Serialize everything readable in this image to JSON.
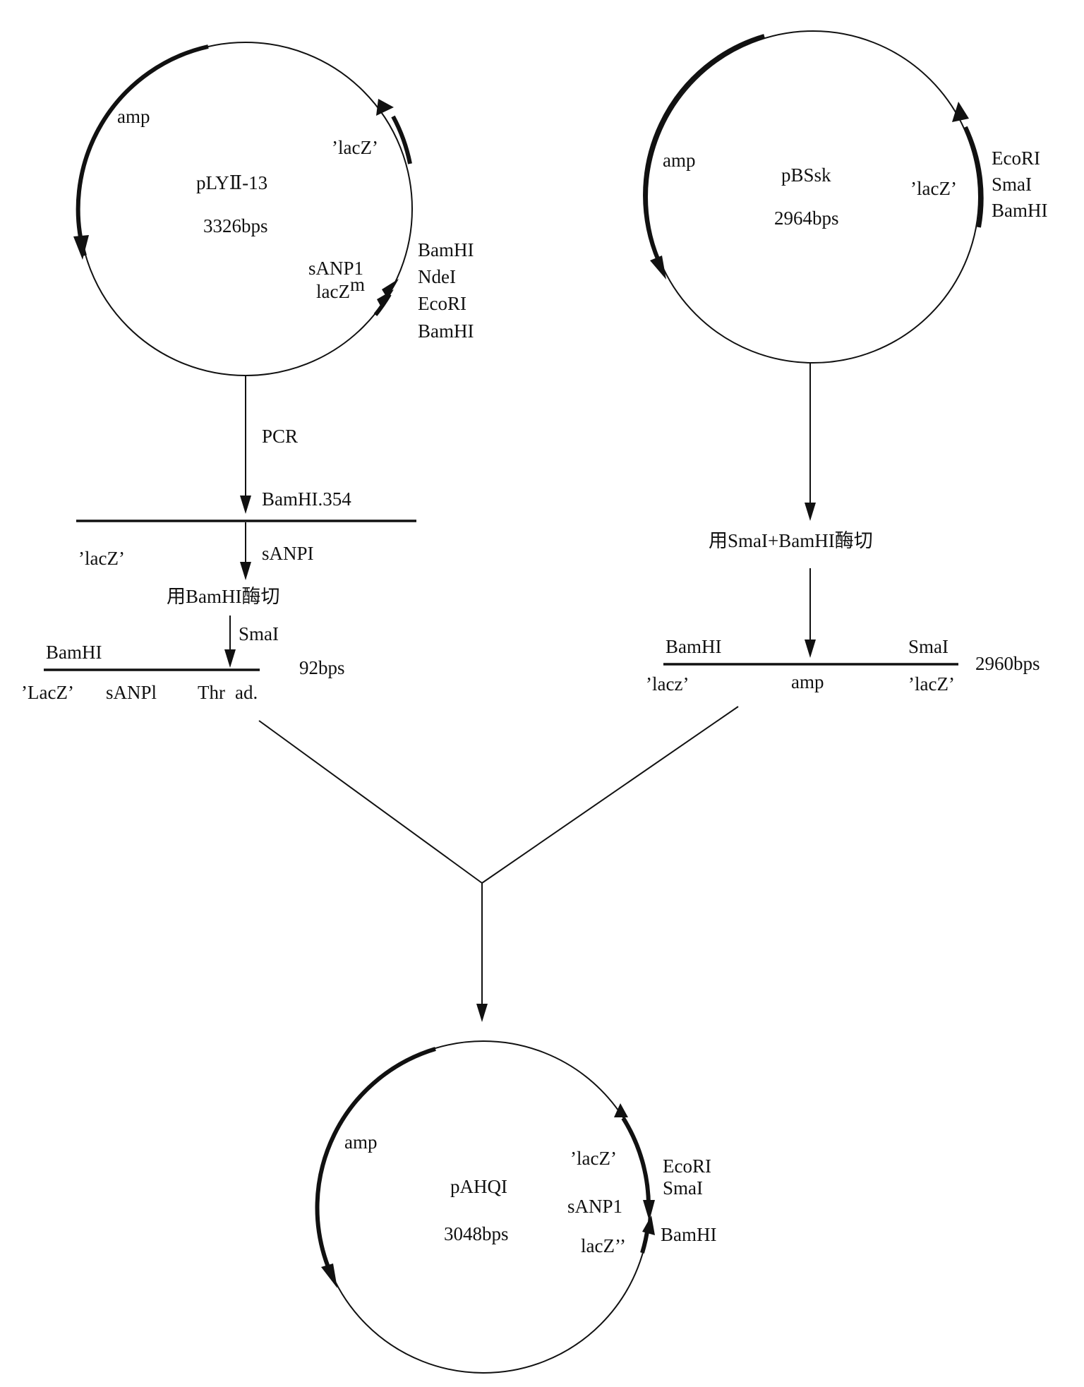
{
  "plasmid_1": {
    "name": "pLYⅡ-13",
    "size": "3326bps",
    "amp": "amp",
    "lacz": "’lacZ’",
    "sanp1": "sANP1",
    "lacz_m": "lacZ",
    "lacz_m_sup": "m",
    "sites": [
      "BamHI",
      "NdeI",
      "EcoRI",
      "BamHI"
    ]
  },
  "plasmid_2": {
    "name": "pBSsk",
    "size": "2964bps",
    "amp": "amp",
    "lacz": "’lacZ’",
    "sites": [
      "EcoRI",
      "SmaI",
      "BamHI"
    ]
  },
  "left_path": {
    "pcr": "PCR",
    "pcr_site": "BamHI.354",
    "lacz": "’lacZ’",
    "sanpi": "sANPI",
    "digest": "用BamHI酶切",
    "smai": "SmaI",
    "fragment_site": "BamHI",
    "fragment_size": "92bps",
    "fragment_labels": [
      "’LacZ’",
      "sANPl",
      "Thr",
      "ad."
    ]
  },
  "right_path": {
    "digest": "用SmaI+BamHI酶切",
    "site_left": "BamHI",
    "site_right": "SmaI",
    "fragment_size": "2960bps",
    "fragment_labels": [
      "’lacz’",
      "amp",
      "’lacZ’"
    ]
  },
  "plasmid_3": {
    "name": "pAHQI",
    "size": "3048bps",
    "amp": "amp",
    "lacz": "’lacZ’",
    "sanp1": "sANP1",
    "lacz2": "lacZ’’",
    "sites": [
      "EcoRI",
      "SmaI",
      "BamHI"
    ]
  }
}
